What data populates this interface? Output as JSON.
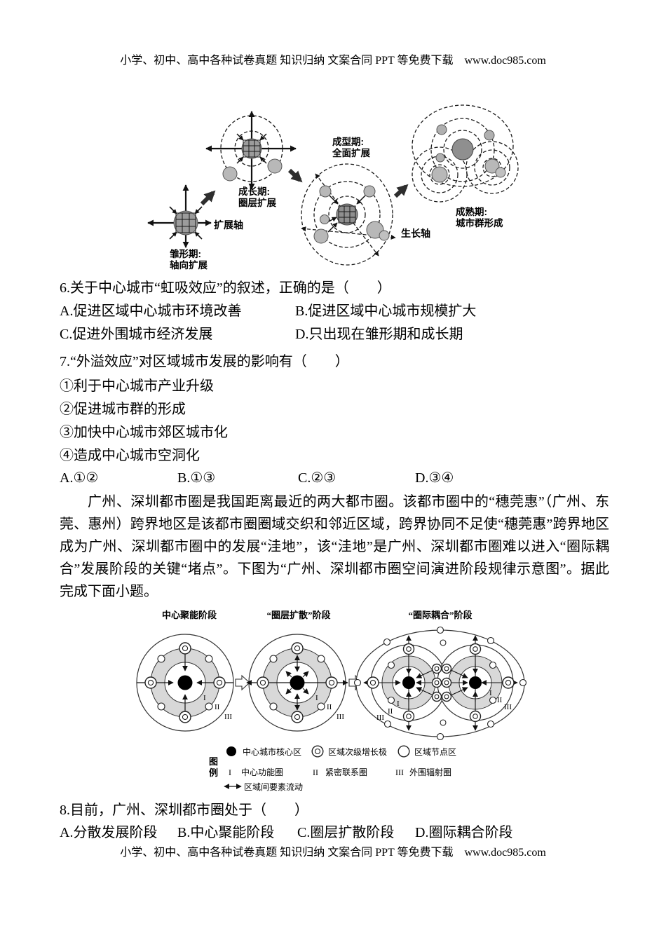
{
  "header": {
    "text": "小学、初中、高中各种试卷真题 知识归纳 文案合同 PPT 等免费下载　www.doc985.com"
  },
  "footer": {
    "text": "小学、初中、高中各种试卷真题 知识归纳 文案合同 PPT 等免费下载　www.doc985.com"
  },
  "top_diagram": {
    "stage1_title": "雏形期:",
    "stage1_sub": "轴向扩展",
    "stage2_title": "成长期:",
    "stage2_sub": "圈层扩展",
    "stage3_title": "成型期:",
    "stage3_sub": "全面扩展",
    "stage4_title": "成熟期:",
    "stage4_sub": "城市群形成",
    "axis_expand": "扩展轴",
    "axis_grow": "生长轴"
  },
  "questions": {
    "q6": {
      "stem": "6.关于中心城市“虹吸效应”的叙述，正确的是（　　）",
      "options": {
        "a": "A.促进区域中心城市环境改善",
        "b": "B.促进区域中心城市规模扩大",
        "c": "C.促进外围城市经济发展",
        "d": "D.只出现在雏形期和成长期"
      }
    },
    "q7": {
      "stem": "7.“外溢效应”对区域城市发展的影响有（　　）",
      "items": {
        "i1": "①利于中心城市产业升级",
        "i2": "②促进城市群的形成",
        "i3": "③加快中心城市郊区城市化",
        "i4": "④造成中心城市空洞化"
      },
      "options": {
        "a": "A.①②",
        "b": "B.①③",
        "c": "C.②③",
        "d": "D.③④"
      }
    },
    "q8": {
      "stem": "8.目前，广州、深圳都市圈处于（　　）",
      "options": {
        "a": "A.分散发展阶段",
        "b": "B.中心聚能阶段",
        "c": "C.圈层扩散阶段",
        "d": "D.圈际耦合阶段"
      }
    }
  },
  "passage": {
    "text": "广州、深圳都市圈是我国距离最近的两大都市圈。该都市圈中的“穗莞惠”（广州、东莞、惠州）跨界地区是该都市圈圈域交织和邻近区域，跨界协同不足使“穗莞惠”跨界地区成为广州、深圳都市圈中的发展“洼地”，该“洼地”是广州、深圳都市圈难以进入“圈际耦合”发展阶段的关键“堵点”。下图为“广州、深圳都市圈空间演进阶段规律示意图”。据此完成下面小题。"
  },
  "bottom_diagram": {
    "stage1": "中心聚能阶段",
    "stage2": "“圈层扩散”阶段",
    "stage3": "“圈际耦合”阶段",
    "ring_labels": {
      "r1": "I",
      "r2": "II",
      "r3": "III"
    },
    "legend": {
      "fig1": "图",
      "fig2": "例",
      "core": "中心城市核心区",
      "pole": "区域次级增长极",
      "node": "区域节点区",
      "ring1": "中心功能圈",
      "ring2": "紧密联系圈",
      "ring3": "外围辐射圈",
      "flow": "区域间要素流动"
    }
  }
}
